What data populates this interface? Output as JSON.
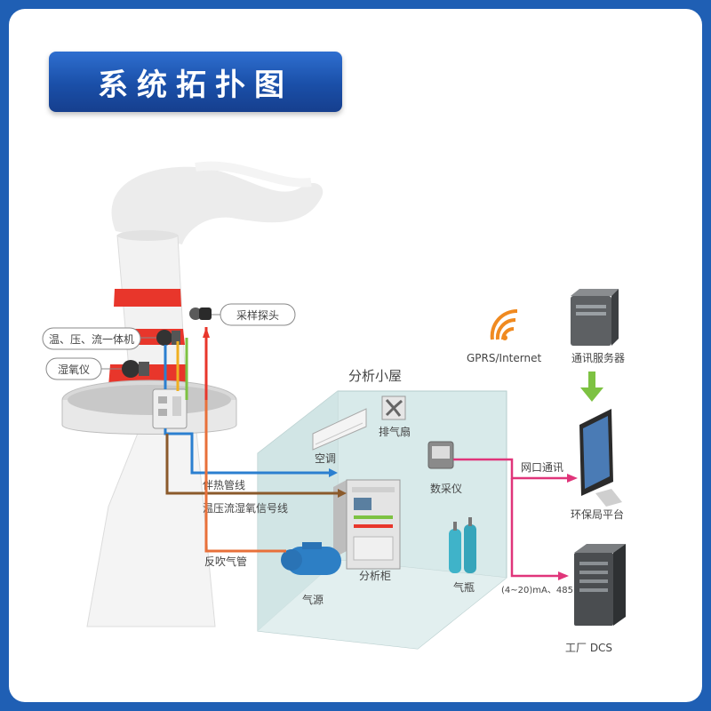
{
  "title": "系统拓扑图",
  "labels": {
    "sampling_probe": "采样探头",
    "temp_pressure_flow": "温、压、流一体机",
    "humidity_oxygen": "湿氧仪",
    "analysis_room": "分析小屋",
    "exhaust_fan": "排气扇",
    "air_conditioner": "空调",
    "daq": "数采仪",
    "heated_pipe": "伴热管线",
    "signal_line": "温压流湿氧信号线",
    "blowback_pipe": "反吹气管",
    "air_source": "气源",
    "analysis_cabinet": "分析柜",
    "gas_cylinder": "气瓶",
    "gprs": "GPRS/Internet",
    "comm_server": "通讯服务器",
    "network_port": "网口通讯",
    "epb_platform": "环保局平台",
    "analog_485": "(4~20)mA、485",
    "factory_dcs": "工厂 DCS"
  },
  "colors": {
    "frame_border": "#1f5fb4",
    "stack_stripe": "#e8362b",
    "heated_pipe": "#2b7fd0",
    "signal_line": "#8b5a2b",
    "blowback_pipe": "#e8703a",
    "network_line": "#e0357a",
    "arrow_green": "#7dc242",
    "room_wall": "#c9dede"
  }
}
